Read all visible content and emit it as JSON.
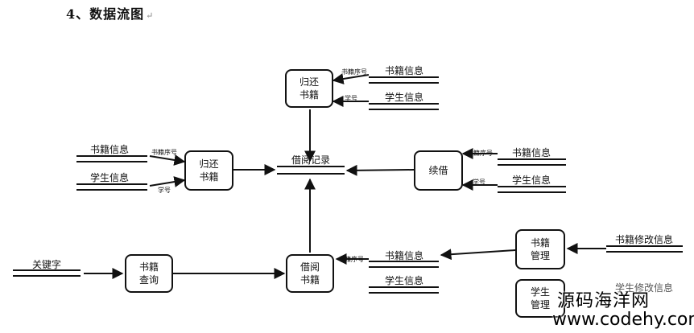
{
  "heading": {
    "number": "4、",
    "title": "数据流图",
    "mark": "↵"
  },
  "processes": {
    "return_top": "归还\n书籍",
    "return_left": "归还\n书籍",
    "renew": "续借",
    "query": "书籍\n查询",
    "borrow": "借阅\n书籍",
    "manage_book": "书籍\n管理",
    "manage_student": "学生\n管理"
  },
  "stores": {
    "borrow_record": "借阅记录",
    "top_book": "书籍信息",
    "top_student": "学生信息",
    "left_book": "书籍信息",
    "left_student": "学生信息",
    "right_book": "书籍信息",
    "right_student": "学生信息",
    "bottom_book": "书籍信息",
    "bottom_student": "学生信息"
  },
  "flows": {
    "top_book_no": "书籍序号",
    "top_student_no": "学号",
    "left_book_no": "书籍序号",
    "left_student_no": "学号",
    "right_book_no": "书籍序号",
    "right_student_no": "学号",
    "bottom_book_no": "书籍序号"
  },
  "external": {
    "keyword": "关键字",
    "book_modify": "书籍修改信息",
    "student_modify": "学生修改信息"
  },
  "watermark": {
    "line1": "源码海洋网",
    "line2": "www.codehy.com"
  }
}
